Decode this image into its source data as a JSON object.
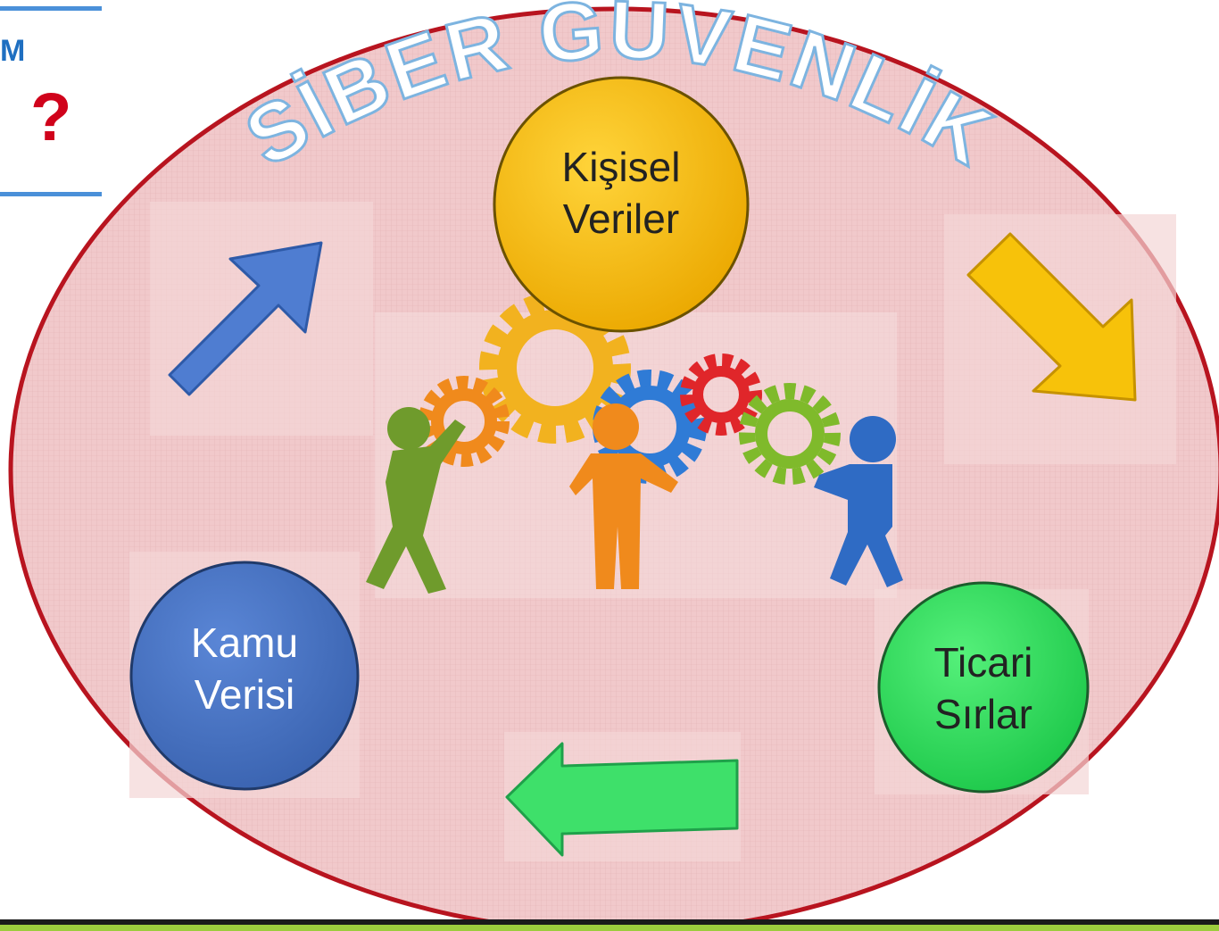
{
  "corner": {
    "letter": "M",
    "question_mark": "?"
  },
  "diagram": {
    "arc_title": "SİBER GÜVENLİK",
    "nodes": [
      {
        "id": "personal",
        "line1": "Kişisel",
        "line2": "Veriler",
        "color": "#f5b800"
      },
      {
        "id": "trade",
        "line1": "Ticari",
        "line2": "Sırlar",
        "color": "#2ee05a"
      },
      {
        "id": "public",
        "line1": "Kamu",
        "line2": "Verisi",
        "color": "#4472c4"
      }
    ],
    "arrows": [
      {
        "id": "blue-up-right",
        "color": "#4f7dd1"
      },
      {
        "id": "yellow-down-right",
        "color": "#f7c20a"
      },
      {
        "id": "green-left",
        "color": "#3ee06a"
      }
    ],
    "ellipse_fill": "#f1c9cb",
    "ellipse_stroke": "#b8141f"
  }
}
